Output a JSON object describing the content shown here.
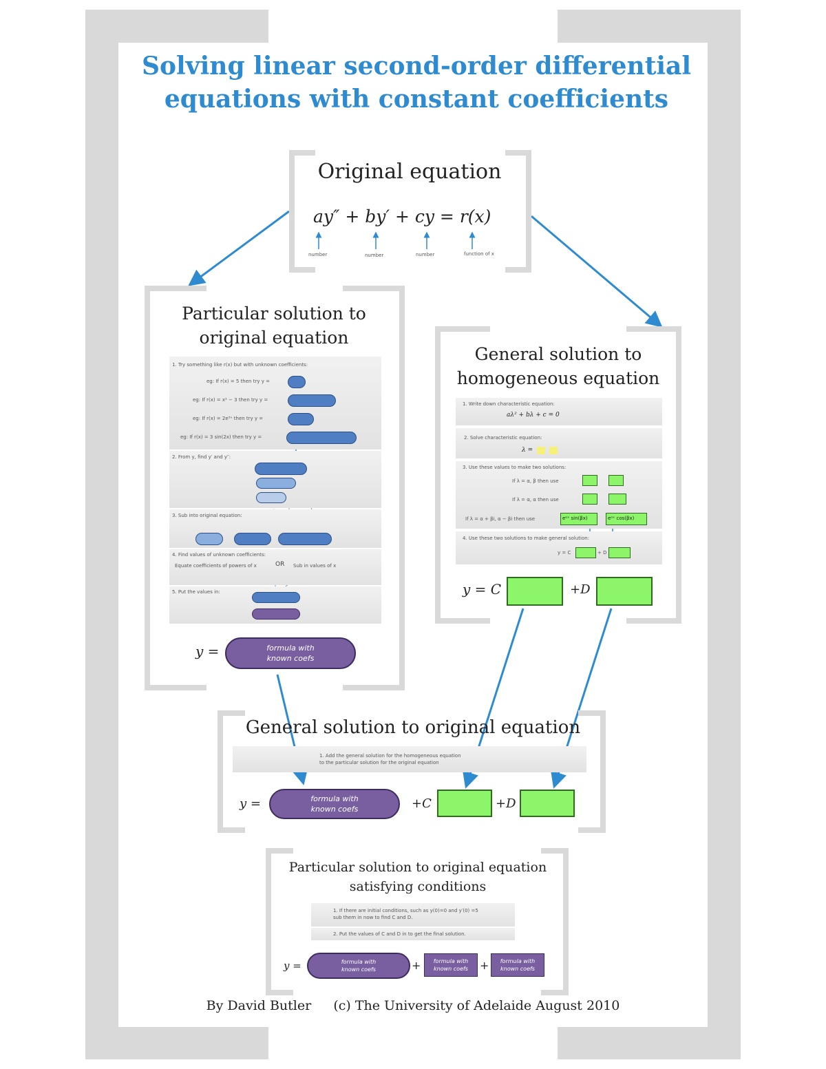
{
  "title": {
    "line1": "Solving linear second-order differential",
    "line2": "equations with constant coefficients"
  },
  "original": {
    "heading": "Original equation",
    "equation": "ay″ + by′ + cy = r(x)",
    "labels": [
      "number",
      "number",
      "number",
      "function of x"
    ]
  },
  "particular": {
    "heading_line1": "Particular solution to",
    "heading_line2": "original equation",
    "step1": "1. Try something like r(x) but with unknown coefficients:",
    "eg1": "eg: If r(x) = 5 then try y =",
    "eg2": "eg: If r(x) = x² − 3 then try y =",
    "eg3": "eg: If r(x) = 2e³ˣ then try y =",
    "eg4": "eg: If r(x) = 3 sin(2x) then try y =",
    "step2": "2. From y, find y′ and y″:",
    "step3": "3. Sub into original equation:",
    "step4": "4. Find values of unknown coefficients:",
    "step4_detail": "Equate coefficients of powers of x",
    "or": "OR",
    "step4_detail2": "Sub in values of x",
    "step5": "5. Put the values in:",
    "result_y": "y =",
    "result_formula_line1": "formula with",
    "result_formula_line2": "known coefs"
  },
  "homogeneous": {
    "heading_line1": "General solution to",
    "heading_line2": "homogeneous equation",
    "step1": "1. Write down characteristic equation:",
    "char_eq": "aλ² + bλ + c = 0",
    "step2": "2. Solve characteristic equation:",
    "lambda": "λ =",
    "step3": "3. Use these values to make two solutions:",
    "case1": "If λ = α, β then use",
    "case2": "If λ = α, α then use",
    "case3": "If λ = α + βi, α − βi then use",
    "sin_term": "eᵅˣ sin(βx)",
    "cos_term": "eᵅˣ cos(βx)",
    "step4": "4. Use these two solutions to make general solution:",
    "general_small": "y = C",
    "plus_d_small": "+ D",
    "y_eq_c": "y = C",
    "plus_d": "+D"
  },
  "general": {
    "heading": "General solution to original equation",
    "note_line1": "1. Add the general solution for the homogeneous equation",
    "note_line2": "to the particular solution for the original equation",
    "y": "y =",
    "formula_line1": "formula with",
    "formula_line2": "known coefs",
    "plus_c": "+C",
    "plus_d": "+D"
  },
  "conditions": {
    "heading_line1": "Particular solution to original equation",
    "heading_line2": "satisfying conditions",
    "note1_line1": "1. If there are initial conditions, such as y(0)=0 and y′(0) =5",
    "note1_line2": "sub them in now to find C and D.",
    "note2": "2. Put the values of C and D in to get the final solution.",
    "y": "y =",
    "formula_line1": "formula with",
    "formula_line2": "known coefs",
    "plus": "+"
  },
  "footer": {
    "author": "By David Butler",
    "copyright": "(c) The University of Adelaide August 2010"
  },
  "colors": {
    "title_blue": "#2e8bd0",
    "arrow_blue": "#2e8bd0",
    "frame_gray": "#d9d9d9",
    "purple": "#7a5fa0",
    "green": "#8cf56a",
    "yellow": "#f5f07a"
  }
}
